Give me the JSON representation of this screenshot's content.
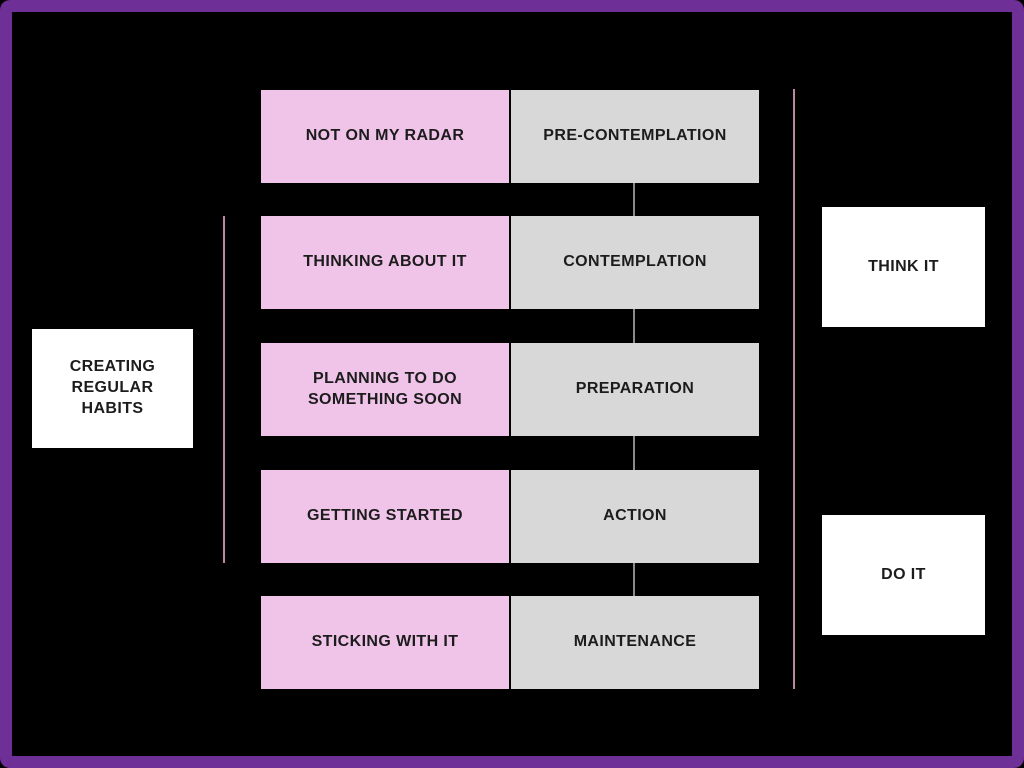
{
  "diagram": {
    "title_box": {
      "label": "CREATING REGULAR HABITS"
    },
    "rows": [
      {
        "habit": "NOT ON MY RADAR",
        "stage": "PRE-CONTEMPLATION"
      },
      {
        "habit": "THINKING ABOUT IT",
        "stage": "CONTEMPLATION"
      },
      {
        "habit": "PLANNING TO DO SOMETHING SOON",
        "stage": "PREPARATION"
      },
      {
        "habit": "GETTING STARTED",
        "stage": "ACTION"
      },
      {
        "habit": "STICKING WITH IT",
        "stage": "MAINTENANCE"
      }
    ],
    "phase_boxes": [
      {
        "label": "THINK IT"
      },
      {
        "label": "DO IT"
      }
    ],
    "colors": {
      "frame_border": "#6e2f97",
      "background": "#000000",
      "habit_fill": "#f0c3e9",
      "stage_fill": "#d8d8d8",
      "white_box_fill": "#ffffff",
      "connector_line": "#8a8a8a",
      "bracket_line": "#bf87a6",
      "text": "#1c1c1c"
    }
  }
}
